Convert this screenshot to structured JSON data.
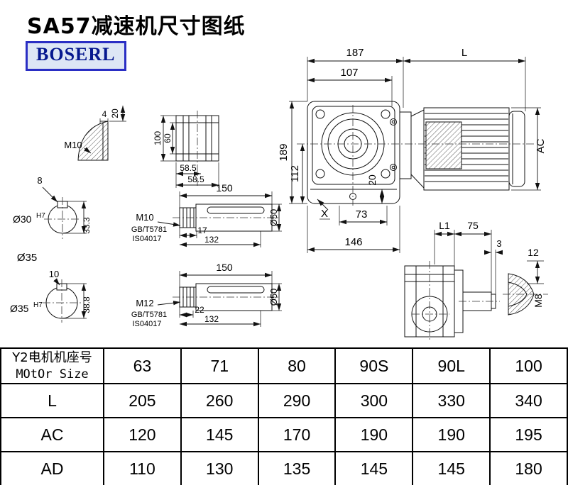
{
  "page": {
    "title": "SA57减速机尺寸图纸",
    "brand": "BOSERL"
  },
  "drawing": {
    "key_detail": {
      "thread": "M10",
      "width": "4",
      "height": "20"
    },
    "flange_detail": {
      "outer": "100",
      "inner": "60",
      "offset_a": "58.5",
      "offset_b": "58.5"
    },
    "bore30": {
      "key_width": "8",
      "bore": "Ø30",
      "tolerance": "H7",
      "key_depth": "33.3"
    },
    "shaft50a": {
      "length": "150",
      "thread": "M10",
      "standard1": "GB/T5781",
      "standard2": "IS04017",
      "thread_len": "17",
      "key_len": "132",
      "diameter": "Ø50"
    },
    "note_d35": "Ø35",
    "bore35": {
      "key_width": "10",
      "bore": "Ø35",
      "tolerance": "H7",
      "key_depth": "38.8"
    },
    "shaft50b": {
      "length": "150",
      "thread": "M12",
      "standard1": "GB/T5781",
      "standard2": "IS04017",
      "thread_len": "22",
      "key_len": "132",
      "diameter": "Ø50"
    },
    "front_view": {
      "width_gearbox": "187",
      "width_motor": "L",
      "width_flange": "107",
      "height_total": "189",
      "height_center": "112",
      "motor_dia": "AC",
      "foot_h": "20",
      "center_to_edge": "73",
      "base_width": "146",
      "x_mark": "X"
    },
    "side_view": {
      "l1": "L1",
      "d75": "75",
      "d3": "3",
      "d12": "12",
      "thread": "M8"
    }
  },
  "table": {
    "header": {
      "line1": "Y2电机机座号",
      "line2": "MOtOr Size",
      "values": [
        "63",
        "71",
        "80",
        "90S",
        "90L",
        "100"
      ]
    },
    "rows": [
      {
        "label": "L",
        "values": [
          "205",
          "260",
          "290",
          "300",
          "330",
          "340"
        ]
      },
      {
        "label": "AC",
        "values": [
          "120",
          "145",
          "170",
          "190",
          "190",
          "195"
        ]
      },
      {
        "label": "AD",
        "values": [
          "110",
          "130",
          "135",
          "145",
          "145",
          "180"
        ]
      }
    ]
  }
}
